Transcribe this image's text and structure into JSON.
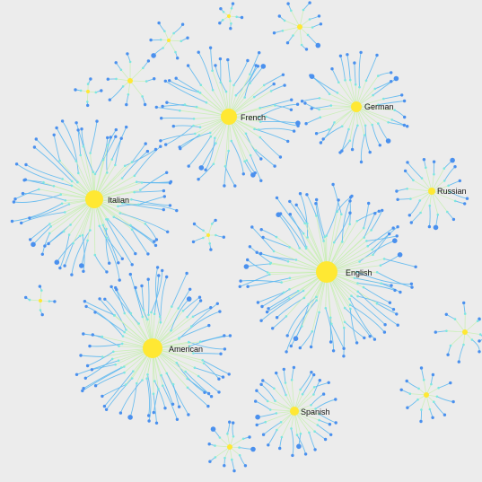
{
  "graph": {
    "background_color": "#ececec",
    "hub_color": "#ffe833",
    "leaf_color": "#4a90ee",
    "mid_color": "#7ee7e0",
    "link_color_near": "#c6efb0",
    "link_color_far": "#5db8ef",
    "hubs": [
      {
        "id": "english",
        "label": "English"
      },
      {
        "id": "american",
        "label": "American"
      },
      {
        "id": "italian",
        "label": "Italian"
      },
      {
        "id": "french",
        "label": "French"
      },
      {
        "id": "german",
        "label": "German"
      },
      {
        "id": "spanish",
        "label": "Spanish"
      },
      {
        "id": "russian",
        "label": "Russian"
      }
    ],
    "unlabeled_cluster_count": 10
  }
}
